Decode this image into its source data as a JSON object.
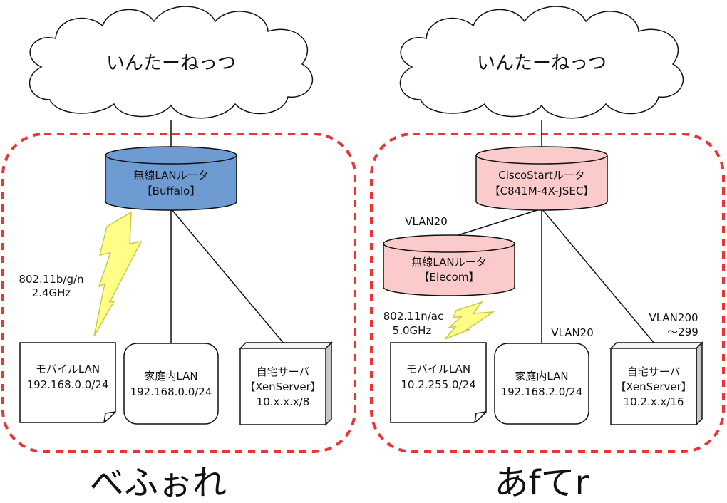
{
  "left": {
    "cloud_label": "いんたーねっつ",
    "router": {
      "line1": "無線LANルータ",
      "line2": "【Buffalo】",
      "color": "#6e9bd1"
    },
    "wireless_label": {
      "line1": "802.11b/g/n",
      "line2": "2.4GHz"
    },
    "mobile_lan": {
      "line1": "モバイルLAN",
      "line2": "192.168.0.0/24"
    },
    "home_lan": {
      "line1": "家庭内LAN",
      "line2": "192.168.0.0/24"
    },
    "server": {
      "line1": "自宅サーバ",
      "line2": "【XenServer】",
      "line3": "10.x.x.x/8"
    },
    "title": "べふぉれ"
  },
  "right": {
    "cloud_label": "いんたーねっつ",
    "router": {
      "line1": "CiscoStartルータ",
      "line2": "【C841M-4X-JSEC】",
      "color": "#fbcaca"
    },
    "vlan_wireless": "VLAN20",
    "wireless_router": {
      "line1": "無線LANルータ",
      "line2": "【Elecom】",
      "color": "#fbcaca"
    },
    "wireless_label": {
      "line1": "802.11n/ac",
      "line2": "5.0GHz"
    },
    "vlan_home": "VLAN20",
    "vlan_server": {
      "line1": "VLAN200",
      "line2": "～299"
    },
    "mobile_lan": {
      "line1": "モバイルLAN",
      "line2": "10.2.255.0/24"
    },
    "home_lan": {
      "line1": "家庭内LAN",
      "line2": "192.168.2.0/24"
    },
    "server": {
      "line1": "自宅サーバ",
      "line2": "【XenServer】",
      "line3": "10.2.x.x/16"
    },
    "title": "あfてr"
  },
  "colors": {
    "dashed_border": "#ee3333",
    "lightning": "#ffff88",
    "lightning_stroke": "#c8c84a"
  }
}
